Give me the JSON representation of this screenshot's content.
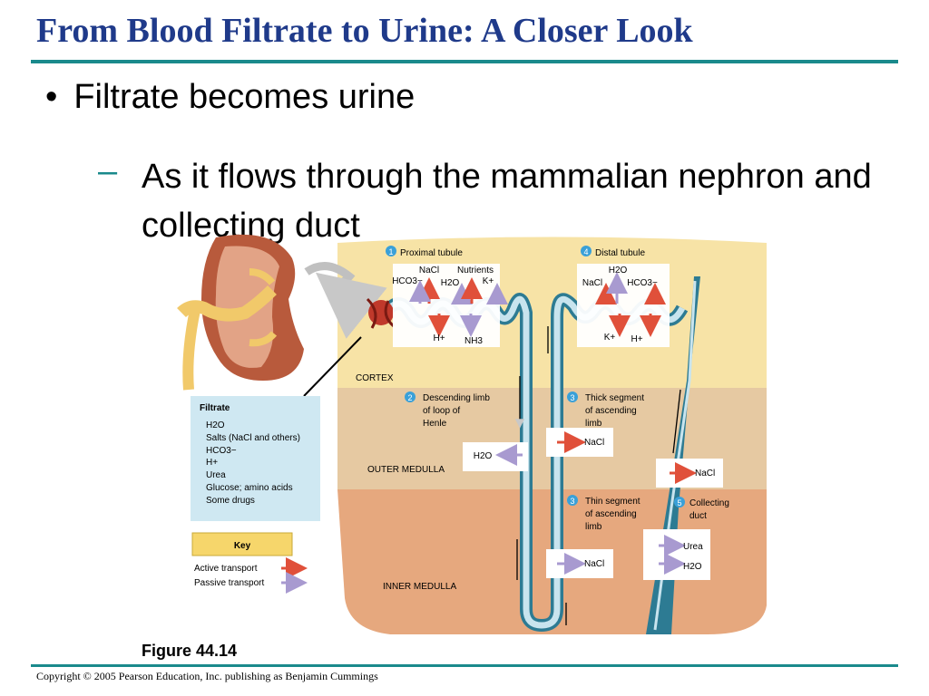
{
  "slide": {
    "title": "From Blood Filtrate to Urine: A Closer Look",
    "bullet": "Filtrate becomes urine",
    "subbullet": "As it flows through the mammalian nephron and collecting duct",
    "figure_label": "Figure 44.14",
    "copyright": "Copyright © 2005 Pearson Education, Inc. publishing as Benjamin Cummings"
  },
  "diagram": {
    "filtrate": {
      "title": "Filtrate",
      "items": [
        "H2O",
        "Salts (NaCl and others)",
        "HCO3−",
        "H+",
        "Urea",
        "Glucose; amino acids",
        "Some drugs"
      ]
    },
    "key": {
      "title": "Key",
      "active": "Active transport",
      "passive": "Passive transport",
      "active_color": "#e0503a",
      "passive_color": "#a89ad0"
    },
    "regions": {
      "cortex": "CORTEX",
      "outer_medulla": "OUTER MEDULLA",
      "inner_medulla": "INNER MEDULLA"
    },
    "steps": {
      "s1": {
        "num": "1",
        "label": "Proximal tubule"
      },
      "s2": {
        "num": "2",
        "label": "Descending limb of loop of Henle"
      },
      "s3a": {
        "num": "3",
        "label": "Thick segment of ascending limb"
      },
      "s3b": {
        "num": "3",
        "label": "Thin segment of ascending limb"
      },
      "s4": {
        "num": "4",
        "label": "Distal tubule"
      },
      "s5": {
        "num": "5",
        "label": "Collecting duct"
      }
    },
    "labels": {
      "nacl": "NaCl",
      "nutrients": "Nutrients",
      "hco3": "HCO3−",
      "h2o": "H2O",
      "kplus": "K+",
      "hplus": "H+",
      "nh3": "NH3",
      "urea": "Urea"
    }
  }
}
